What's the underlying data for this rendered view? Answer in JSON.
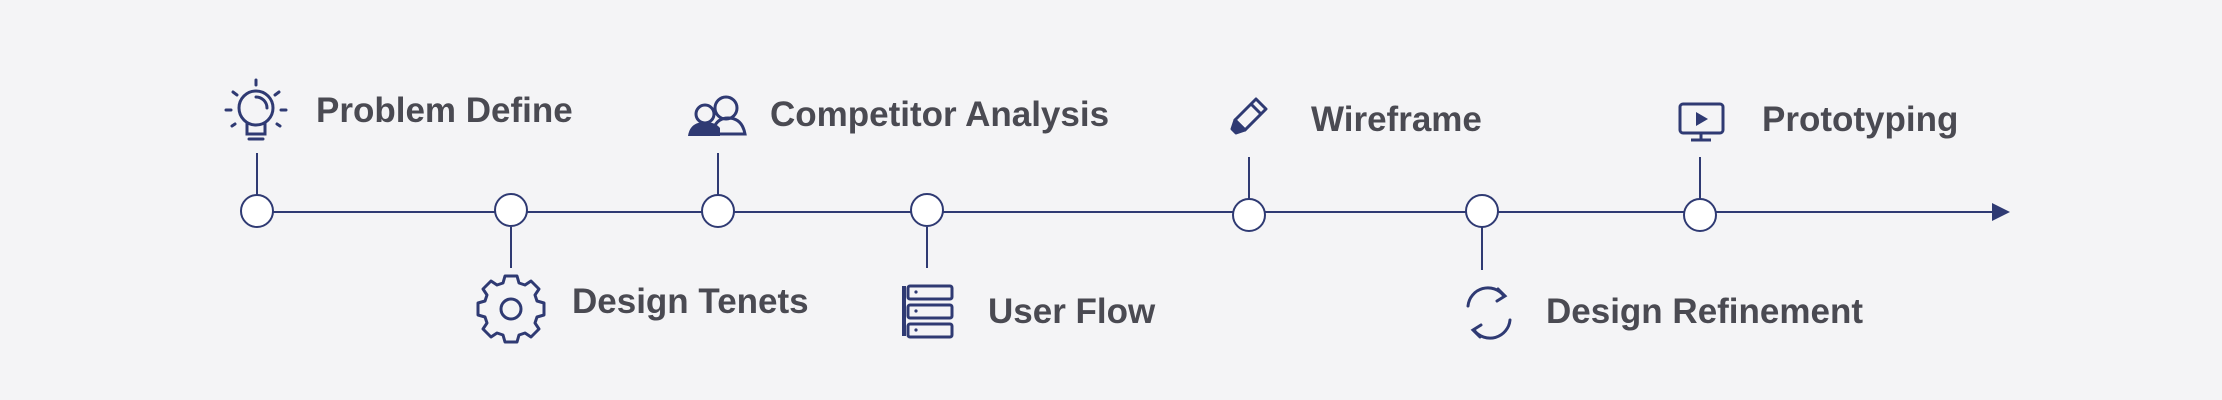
{
  "colors": {
    "background": "#f4f4f6",
    "line": "#2f3a73",
    "text": "#4a4a52"
  },
  "steps": [
    {
      "label": "Problem Define",
      "icon": "lightbulb-icon",
      "side": "top"
    },
    {
      "label": "Design Tenets",
      "icon": "gear-icon",
      "side": "bottom"
    },
    {
      "label": "Competitor Analysis",
      "icon": "users-icon",
      "side": "top"
    },
    {
      "label": "User Flow",
      "icon": "server-icon",
      "side": "bottom"
    },
    {
      "label": "Wireframe",
      "icon": "pencil-icon",
      "side": "top"
    },
    {
      "label": "Design Refinement",
      "icon": "refresh-icon",
      "side": "bottom"
    },
    {
      "label": "Prototyping",
      "icon": "monitor-play-icon",
      "side": "top"
    }
  ]
}
